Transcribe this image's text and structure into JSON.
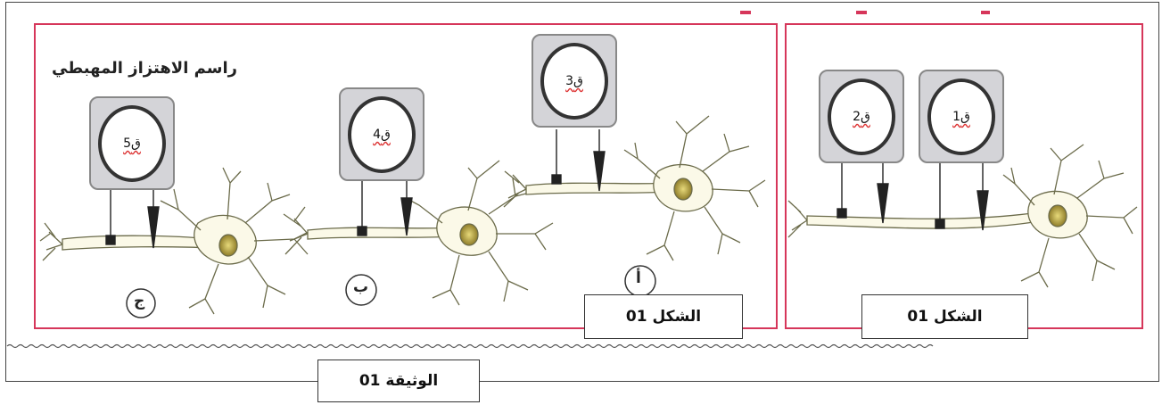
{
  "title": "راسم الاهتزاز المهبطي",
  "captions": {
    "left": "الشكل 01",
    "right": "الشكل 01",
    "document": "الوثيقة 01"
  },
  "neuron_letters": {
    "a": "أ",
    "b": "ب",
    "j": "ج"
  },
  "oscilloscopes": [
    {
      "label": "ق1"
    },
    {
      "label": "ق2"
    },
    {
      "label": "ق3"
    },
    {
      "label": "ق4"
    },
    {
      "label": "ق5"
    }
  ],
  "colors": {
    "frame": "#d6365a",
    "neuron": "#fbf9e8",
    "nucleus": "#c8b54a",
    "scope": "#d4d4d8"
  }
}
